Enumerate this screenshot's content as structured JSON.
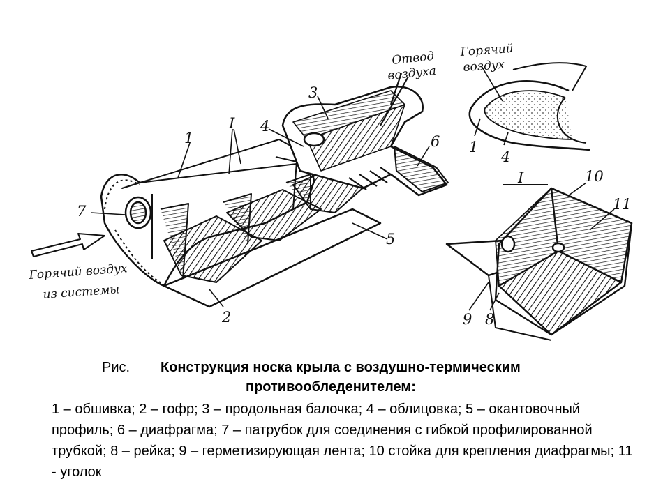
{
  "figure": {
    "callouts": {
      "c1": "1",
      "c2": "2",
      "c3": "3",
      "c4": "4",
      "c5": "5",
      "c6": "6",
      "c7": "7",
      "detail_1": "1",
      "detail_4": "4",
      "detail_I": "I",
      "c8": "8",
      "c9": "9",
      "c10": "10",
      "c11": "11",
      "I": "I"
    },
    "labels": {
      "hot_air_system_line1": "Горячий воздух",
      "hot_air_system_line2": "из системы",
      "air_outlet_line1": "Отвод",
      "air_outlet_line2": "воздуха",
      "hot_air_line1": "Горячий",
      "hot_air_line2": "воздух"
    }
  },
  "caption": {
    "prefix": "Рис.",
    "title_line1": "Конструкция носка крыла с воздушно-термическим",
    "title_line2": "противообледенителем:",
    "legend": "1 – обшивка; 2 – гофр; 3 – продольная балочка; 4 – облицовка; 5 – окантовочный профиль; 6 – диафрагма; 7 – патрубок для соединения с гибкой профилированной трубкой; 8 – рейка; 9 – герметизирующая лента; 10 стойка для крепления диафрагмы; 11 - уголок"
  },
  "colors": {
    "ink": "#111111",
    "background": "#ffffff",
    "stipple": "#444444"
  }
}
